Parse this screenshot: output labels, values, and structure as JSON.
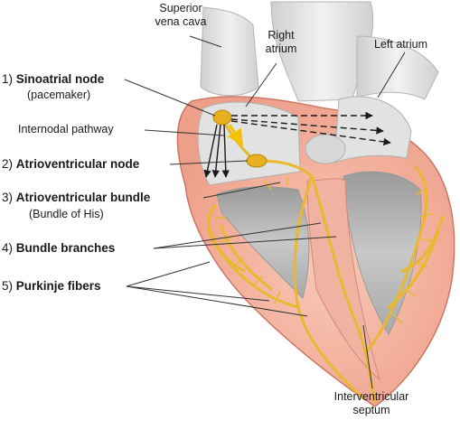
{
  "labels": {
    "superior_vena_cava": [
      "Superior",
      "vena cava"
    ],
    "right_atrium": [
      "Right",
      "atrium"
    ],
    "left_atrium": "Left atrium",
    "sa_node_num": "1)",
    "sa_node": "Sinoatrial node",
    "sa_node_sub": "(pacemaker)",
    "internodal": "Internodal pathway",
    "av_node_num": "2)",
    "av_node": "Atrioventricular node",
    "av_bundle_num": "3)",
    "av_bundle": "Atrioventricular bundle",
    "av_bundle_sub": "(Bundle of His)",
    "bundle_branches_num": "4)",
    "bundle_branches": "Bundle branches",
    "purkinje_num": "5)",
    "purkinje": "Purkinje fibers",
    "septum": [
      "Interventricular",
      "septum"
    ]
  },
  "colors": {
    "myocardium": "#f4b9a7",
    "myocardium_edge": "#d98877",
    "chamber": "#dcdcdc",
    "vessel": "#e6e6e6",
    "conduction": "#e8b830",
    "node": "#e6b020",
    "arrow_dark": "#1a1a1a",
    "arrow_yellow": "#f2c200"
  }
}
